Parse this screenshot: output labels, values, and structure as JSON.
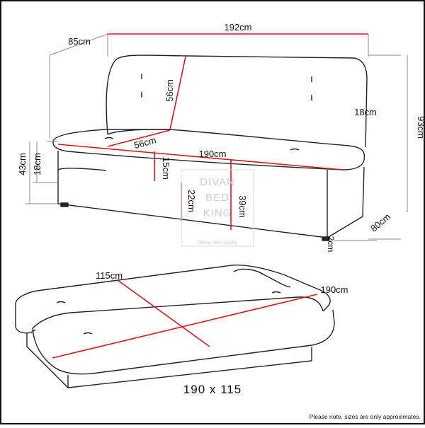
{
  "top_view": {
    "width_label": "192cm",
    "depth_label": "85cm",
    "height_label": "93cm",
    "side_depth_label": "80cm",
    "backrest_label": "56cm",
    "seat_depth_label": "56cm",
    "seat_width_label": "190cm",
    "back_height_label": "18cm",
    "arm_height_label": "43cm",
    "base_height_label": "18cm",
    "seat_thickness_label": "15cm",
    "storage_height_label": "22cm",
    "seat_height_label": "39cm",
    "leg_height_label": "2cm"
  },
  "watermark": {
    "line1": "DIVAN",
    "line2": "BED",
    "line3": "KING",
    "tagline": "Sleep like royalty"
  },
  "bed_view": {
    "width_label": "115cm",
    "length_label": "190cm",
    "caption": "190 x 115"
  },
  "footer_note": "Please note, sizes are only approximates.",
  "colors": {
    "dimension_line": "#d8181f",
    "outline": "#222222",
    "guide": "#8a8a8a"
  }
}
